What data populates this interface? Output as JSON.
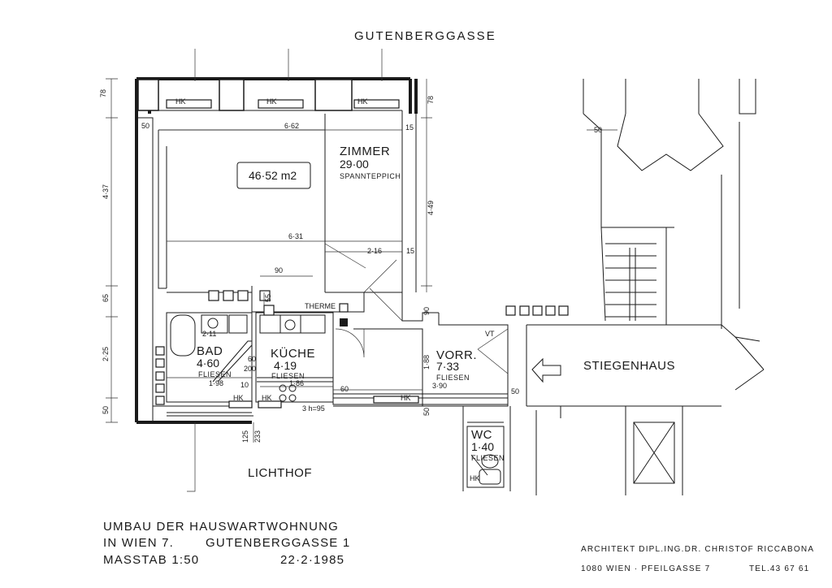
{
  "street": "GUTENBERGGASSE",
  "courtyard": "LICHTHOF",
  "total_area": "46·52 m2",
  "rooms": {
    "zimmer": {
      "name": "ZIMMER",
      "area": "29·00",
      "floor": "SPANNTEPPICH"
    },
    "bad": {
      "name": "BAD",
      "area": "4·60",
      "floor": "FLIESEN"
    },
    "kueche": {
      "name": "KÜCHE",
      "area": "4·19",
      "floor": "FLIESEN"
    },
    "vorr": {
      "name": "VORR.",
      "area": "7·33",
      "floor": "FLIESEN"
    },
    "wc": {
      "name": "WC",
      "area": "1·40",
      "floor": "FLIESEN"
    },
    "stiegenhaus": {
      "name": "STIEGENHAUS"
    }
  },
  "fixtures": {
    "hk": "HK",
    "therme": "THERME",
    "vt": "VT"
  },
  "dimensions": {
    "d78_left": "78",
    "d78_right": "78",
    "d50_top": "50",
    "d662": "6·62",
    "d15_top": "15",
    "d437": "4·37",
    "d449": "4·49",
    "d631": "6·31",
    "d216": "2·16",
    "d15_mid": "15",
    "d90_a": "90",
    "d90_b": "90",
    "d55": "55",
    "d65": "65",
    "d225": "2·25",
    "d60": "60",
    "d200": "200",
    "d198": "1·98",
    "d186": "1·86",
    "d10": "10",
    "d50_bot": "50",
    "d125": "125",
    "d233": "233",
    "d60_b": "60",
    "d50_c": "50",
    "d188": "1·88",
    "d390": "3·90",
    "d50_d": "50",
    "d50_stair": "50",
    "d211": "2·11",
    "h95": "3   h=95"
  },
  "title": {
    "line1": "UMBAU DER HAUSWARTWOHNUNG",
    "line2_a": "IN WIEN 7.",
    "line2_b": "GUTENBERGGASSE 1",
    "scale": "MASSTAB 1:50",
    "date": "22·2·1985"
  },
  "architect": {
    "name": "ARCHITEKT DIPL.ING.DR. CHRISTOF  RICCABONA",
    "address": "1080 WIEN · PFEILGASSE 7",
    "tel": "TEL.43 67 61"
  }
}
